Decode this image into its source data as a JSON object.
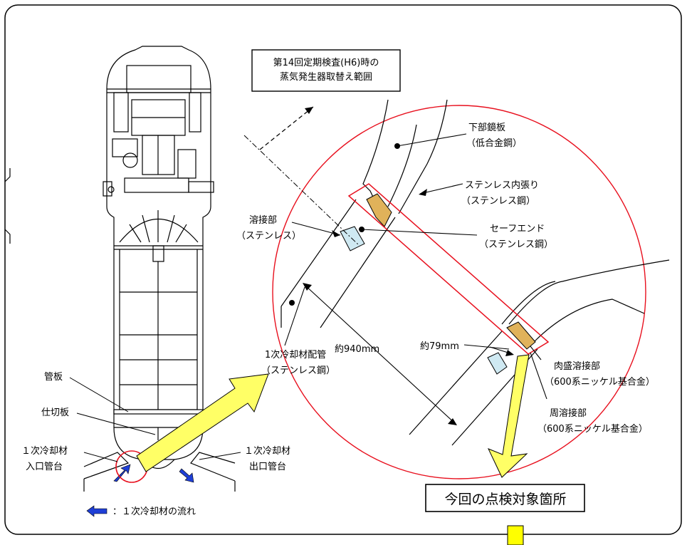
{
  "callout_top": {
    "line1": "第14回定期検査(H6)時の",
    "line2": "蒸気発生器取替え範囲"
  },
  "labels": {
    "lower_head": {
      "line1": "下部鏡板",
      "line2": "（低合金鋼）"
    },
    "cladding": {
      "line1": "ステンレス内張り",
      "line2": "（ステンレス鋼）"
    },
    "safe_end": {
      "line1": "セーフエンド",
      "line2": "（ステンレス鋼）"
    },
    "weld": {
      "line1": "溶接部",
      "line2": "（ステンレス）"
    },
    "pipe": {
      "line1": "1次冷却材配管",
      "line2": "（ステンレス鋼）"
    },
    "dim_940": "約940mm",
    "dim_79": "約79mm",
    "buttering": {
      "line1": "肉盛溶接部",
      "line2": "（600系ニッケル基合金）"
    },
    "circ_weld": {
      "line1": "周溶接部",
      "line2": "（600系ニッケル基合金）"
    },
    "tube_sheet": "管板",
    "partition": "仕切板",
    "inlet": {
      "line1": "１次冷却材",
      "line2": "入口管台"
    },
    "outlet": {
      "line1": "１次冷却材",
      "line2": "出口管台"
    },
    "legend": "：１次冷却材の流れ"
  },
  "target_box": "今回の点検対象箇所",
  "colors": {
    "frame": "#000000",
    "red_circle": "#e8101e",
    "yellow_arrow": "#ffff66",
    "yellow_marker": "#ffff00",
    "flow_arrow": "#1f3fd6",
    "weld_fill": "#e0b25a",
    "weld_light": "#cfe9f2"
  }
}
